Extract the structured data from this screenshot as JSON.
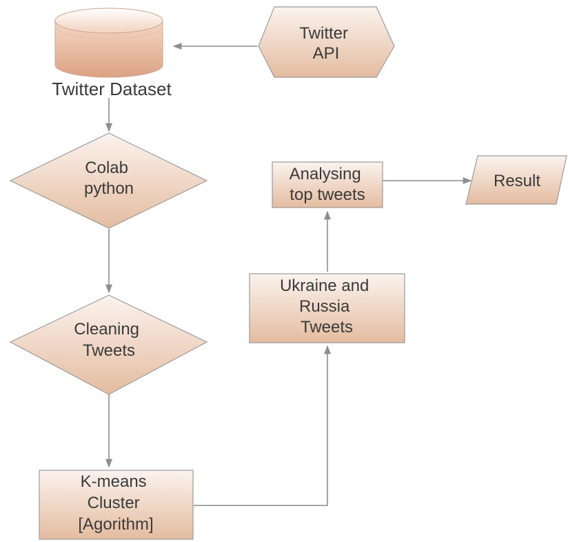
{
  "nodes": {
    "dataset": {
      "label": "Twitter Dataset"
    },
    "api": {
      "lines": [
        "Twitter",
        "API"
      ]
    },
    "colab": {
      "lines": [
        "Colab",
        "python"
      ]
    },
    "cleaning": {
      "lines": [
        "Cleaning",
        "Tweets"
      ]
    },
    "kmeans": {
      "lines": [
        "K-means",
        "Cluster",
        "[Agorithm]"
      ]
    },
    "ukraine": {
      "lines": [
        "Ukraine and",
        "Russia",
        "Tweets"
      ]
    },
    "analysing": {
      "lines": [
        "Analysing",
        "top tweets"
      ]
    },
    "result": {
      "label": "Result"
    }
  },
  "colors": {
    "fill_top": "#fbf2ec",
    "fill_bottom": "#e6bfa5",
    "stroke": "#9a9a9a",
    "text": "#3a3a3a"
  }
}
